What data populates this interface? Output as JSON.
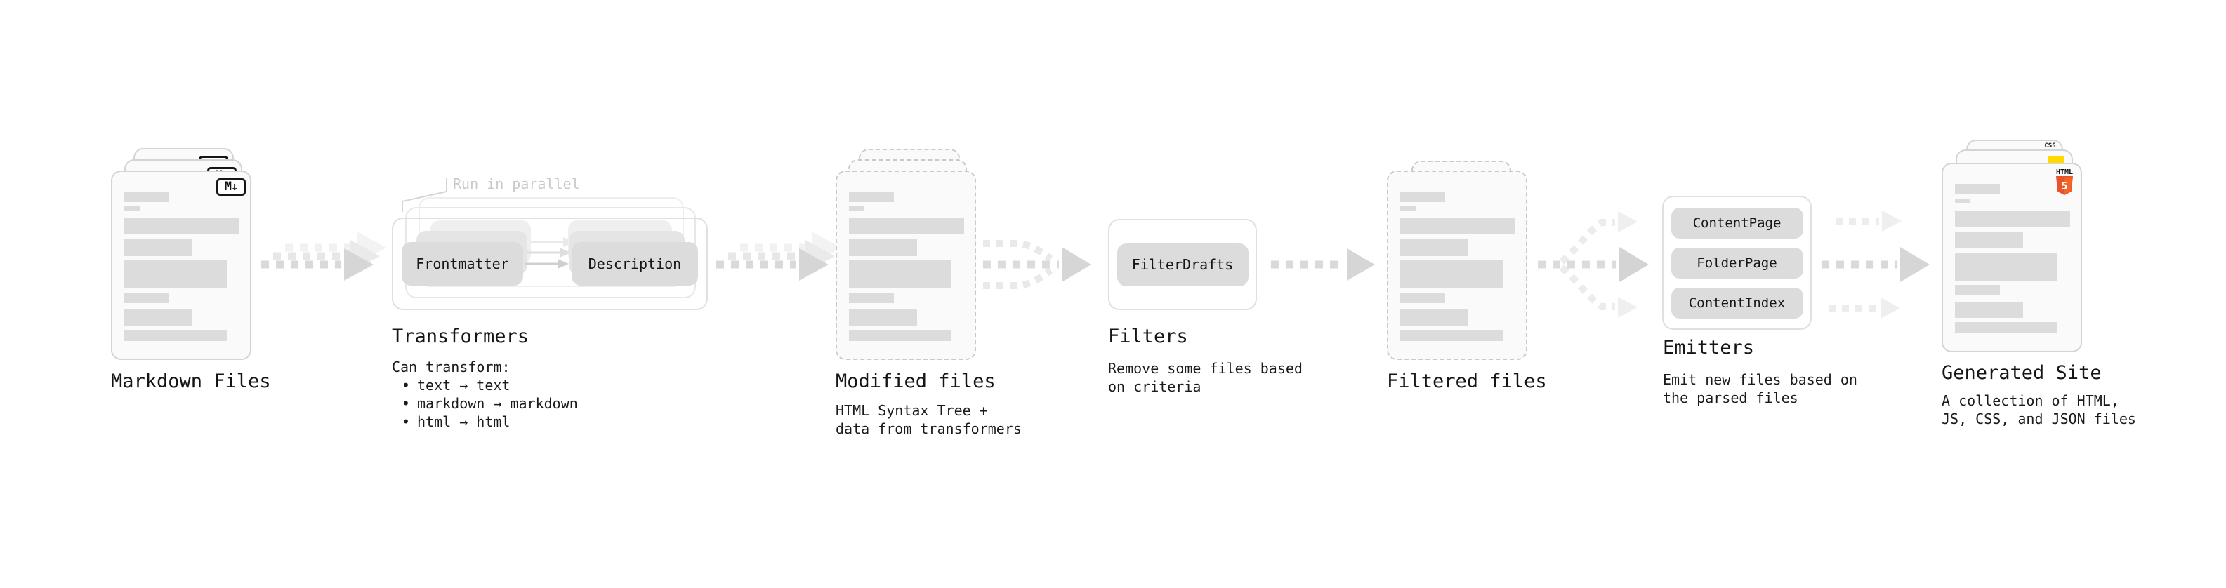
{
  "stages": {
    "markdown_files": {
      "label": "Markdown Files",
      "badge": "M↓"
    },
    "transformers": {
      "heading": "Transformers",
      "annotation": "Run in parallel",
      "pill_left": "Frontmatter",
      "pill_right": "Description",
      "note_title": "Can transform:",
      "bullet": "•",
      "bullets": [
        "text → text",
        "markdown → markdown",
        "html → html"
      ]
    },
    "modified_files": {
      "label": "Modified files",
      "note_line1": "HTML Syntax Tree +",
      "note_line2": "data from transformers"
    },
    "filters": {
      "heading": "Filters",
      "pill": "FilterDrafts",
      "note_line1": "Remove some files based",
      "note_line2": "on criteria"
    },
    "filtered_files": {
      "label": "Filtered files"
    },
    "emitters": {
      "heading": "Emitters",
      "pills": [
        "ContentPage",
        "FolderPage",
        "ContentIndex"
      ],
      "note_line1": "Emit new files based on",
      "note_line2": "the parsed files"
    },
    "generated_site": {
      "label": "Generated Site",
      "note_line1": "A collection of HTML,",
      "note_line2": "JS, CSS, and JSON files",
      "css_badge_label": "CSS",
      "html_badge_label": "HTML",
      "html_badge_number": "5"
    }
  },
  "colors": {
    "background": "#ffffff",
    "card_bg": "#fafafa",
    "card_border": "#d4d4d4",
    "dashed_border": "#c9c9c9",
    "placeholder_bar": "#dcdcdc",
    "pill_bg": "#dcdcdc",
    "panel_border": "#e0e0e0",
    "arrow_front": "#d6d6d6",
    "arrow_mid": "#e7e7e7",
    "arrow_faint": "#efefef",
    "annotation_text": "#c9c9c9",
    "markdown_badge": "#151515",
    "css_blue": "#2764e7",
    "js_yellow": "#ffd900",
    "html_orange": "#e8532c",
    "html_orange_light": "#f16529",
    "text": "#151515"
  }
}
